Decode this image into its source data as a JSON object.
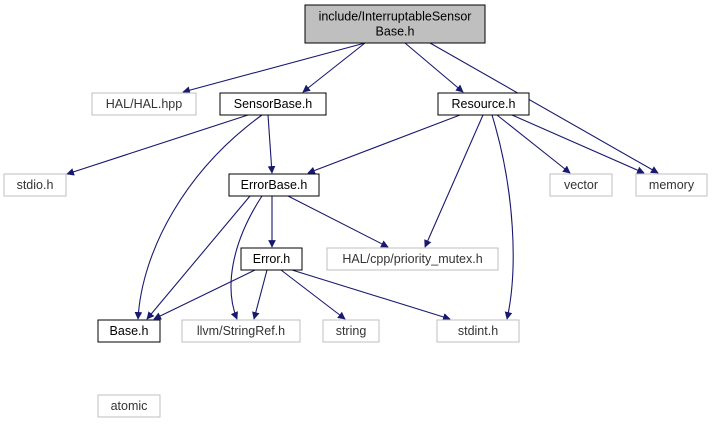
{
  "nodes": [
    {
      "id": "root",
      "lines": [
        "include/InterruptableSensor",
        "Base.h"
      ],
      "kind": "root"
    },
    {
      "id": "halhal",
      "lines": [
        "HAL/HAL.hpp"
      ],
      "kind": "external"
    },
    {
      "id": "sensorbase",
      "lines": [
        "SensorBase.h"
      ],
      "kind": "internal"
    },
    {
      "id": "resource",
      "lines": [
        "Resource.h"
      ],
      "kind": "internal"
    },
    {
      "id": "stdio",
      "lines": [
        "stdio.h"
      ],
      "kind": "external"
    },
    {
      "id": "errorbase",
      "lines": [
        "ErrorBase.h"
      ],
      "kind": "internal"
    },
    {
      "id": "vector",
      "lines": [
        "vector"
      ],
      "kind": "external"
    },
    {
      "id": "memory",
      "lines": [
        "memory"
      ],
      "kind": "external"
    },
    {
      "id": "primutex",
      "lines": [
        "HAL/cpp/priority_mutex.h"
      ],
      "kind": "external"
    },
    {
      "id": "error",
      "lines": [
        "Error.h"
      ],
      "kind": "internal"
    },
    {
      "id": "base",
      "lines": [
        "Base.h"
      ],
      "kind": "internal"
    },
    {
      "id": "stringref",
      "lines": [
        "llvm/StringRef.h"
      ],
      "kind": "external"
    },
    {
      "id": "string",
      "lines": [
        "string"
      ],
      "kind": "external"
    },
    {
      "id": "stdint",
      "lines": [
        "stdint.h"
      ],
      "kind": "external"
    },
    {
      "id": "atomic",
      "lines": [
        "atomic"
      ],
      "kind": "external"
    }
  ],
  "edges": [
    {
      "from": "root",
      "to": "halhal"
    },
    {
      "from": "root",
      "to": "sensorbase"
    },
    {
      "from": "root",
      "to": "resource"
    },
    {
      "from": "root",
      "to": "memory"
    },
    {
      "from": "sensorbase",
      "to": "stdio"
    },
    {
      "from": "sensorbase",
      "to": "errorbase"
    },
    {
      "from": "sensorbase",
      "to": "base"
    },
    {
      "from": "resource",
      "to": "errorbase"
    },
    {
      "from": "resource",
      "to": "primutex"
    },
    {
      "from": "resource",
      "to": "vector"
    },
    {
      "from": "resource",
      "to": "memory"
    },
    {
      "from": "resource",
      "to": "stdint"
    },
    {
      "from": "errorbase",
      "to": "base"
    },
    {
      "from": "errorbase",
      "to": "stringref"
    },
    {
      "from": "errorbase",
      "to": "error"
    },
    {
      "from": "errorbase",
      "to": "primutex"
    },
    {
      "from": "error",
      "to": "base"
    },
    {
      "from": "error",
      "to": "stringref"
    },
    {
      "from": "error",
      "to": "string"
    },
    {
      "from": "error",
      "to": "stdint"
    },
    {
      "from": "base",
      "to": "atomic"
    }
  ],
  "colors": {
    "root_fill": "#bfbfbf",
    "root_border": "#000000",
    "internal_border": "#000000",
    "external_border": "#bfbfbf",
    "edge": "#191970"
  }
}
